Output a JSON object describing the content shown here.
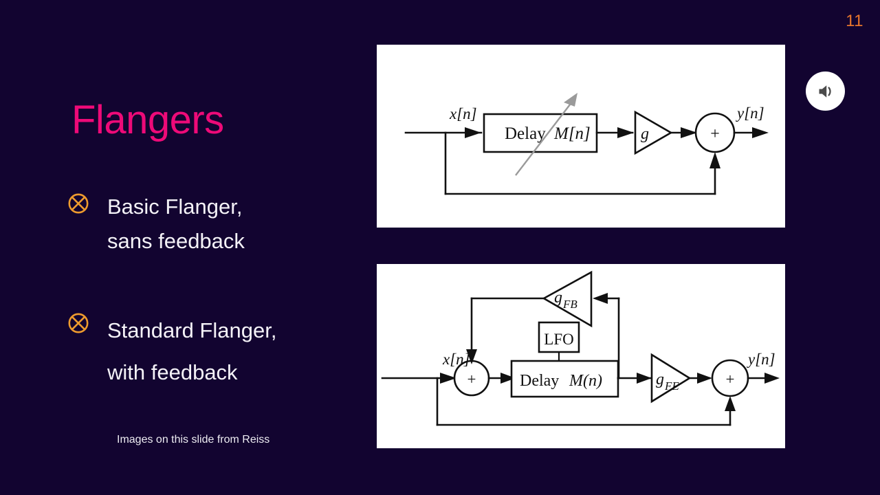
{
  "slide": {
    "page_number": "11",
    "title": "Flangers",
    "background_color": "#120430",
    "title_color": "#EE0A78",
    "bullet_color": "#EE9B2E",
    "page_number_color": "#E8762C",
    "text_color": "#F4F2F7"
  },
  "audio": {
    "icon": "speaker-volume-icon",
    "label": "Play audio"
  },
  "bullets": [
    {
      "marker": "circled-times-icon",
      "text": "Basic Flanger,\nsans feedback"
    },
    {
      "marker": "circled-times-icon",
      "text": "Standard Flanger,\nwith feedback"
    }
  ],
  "attribution": "Images on this slide from Reiss",
  "figures": [
    {
      "id": "basic-flanger-diagram",
      "caption": "Basic Flanger, sans feedback block diagram",
      "labels": {
        "input": "x[n]",
        "output": "y[n]",
        "delay_block": "Delay M[n]",
        "delay_block_word": "Delay",
        "delay_block_var": "M[n]",
        "gain_triangle": "g",
        "summer": "+"
      }
    },
    {
      "id": "standard-flanger-diagram",
      "caption": "Standard Flanger, with feedback block diagram",
      "labels": {
        "input": "x[n]",
        "output": "y[n]",
        "delay_block_word": "Delay",
        "delay_block_var": "M(n)",
        "lfo_block": "LFO",
        "feedback_gain": "g",
        "feedback_gain_sub": "FB",
        "feedforward_gain": "g",
        "feedforward_gain_sub": "FE",
        "summer_left": "+",
        "summer_right": "+"
      }
    }
  ]
}
